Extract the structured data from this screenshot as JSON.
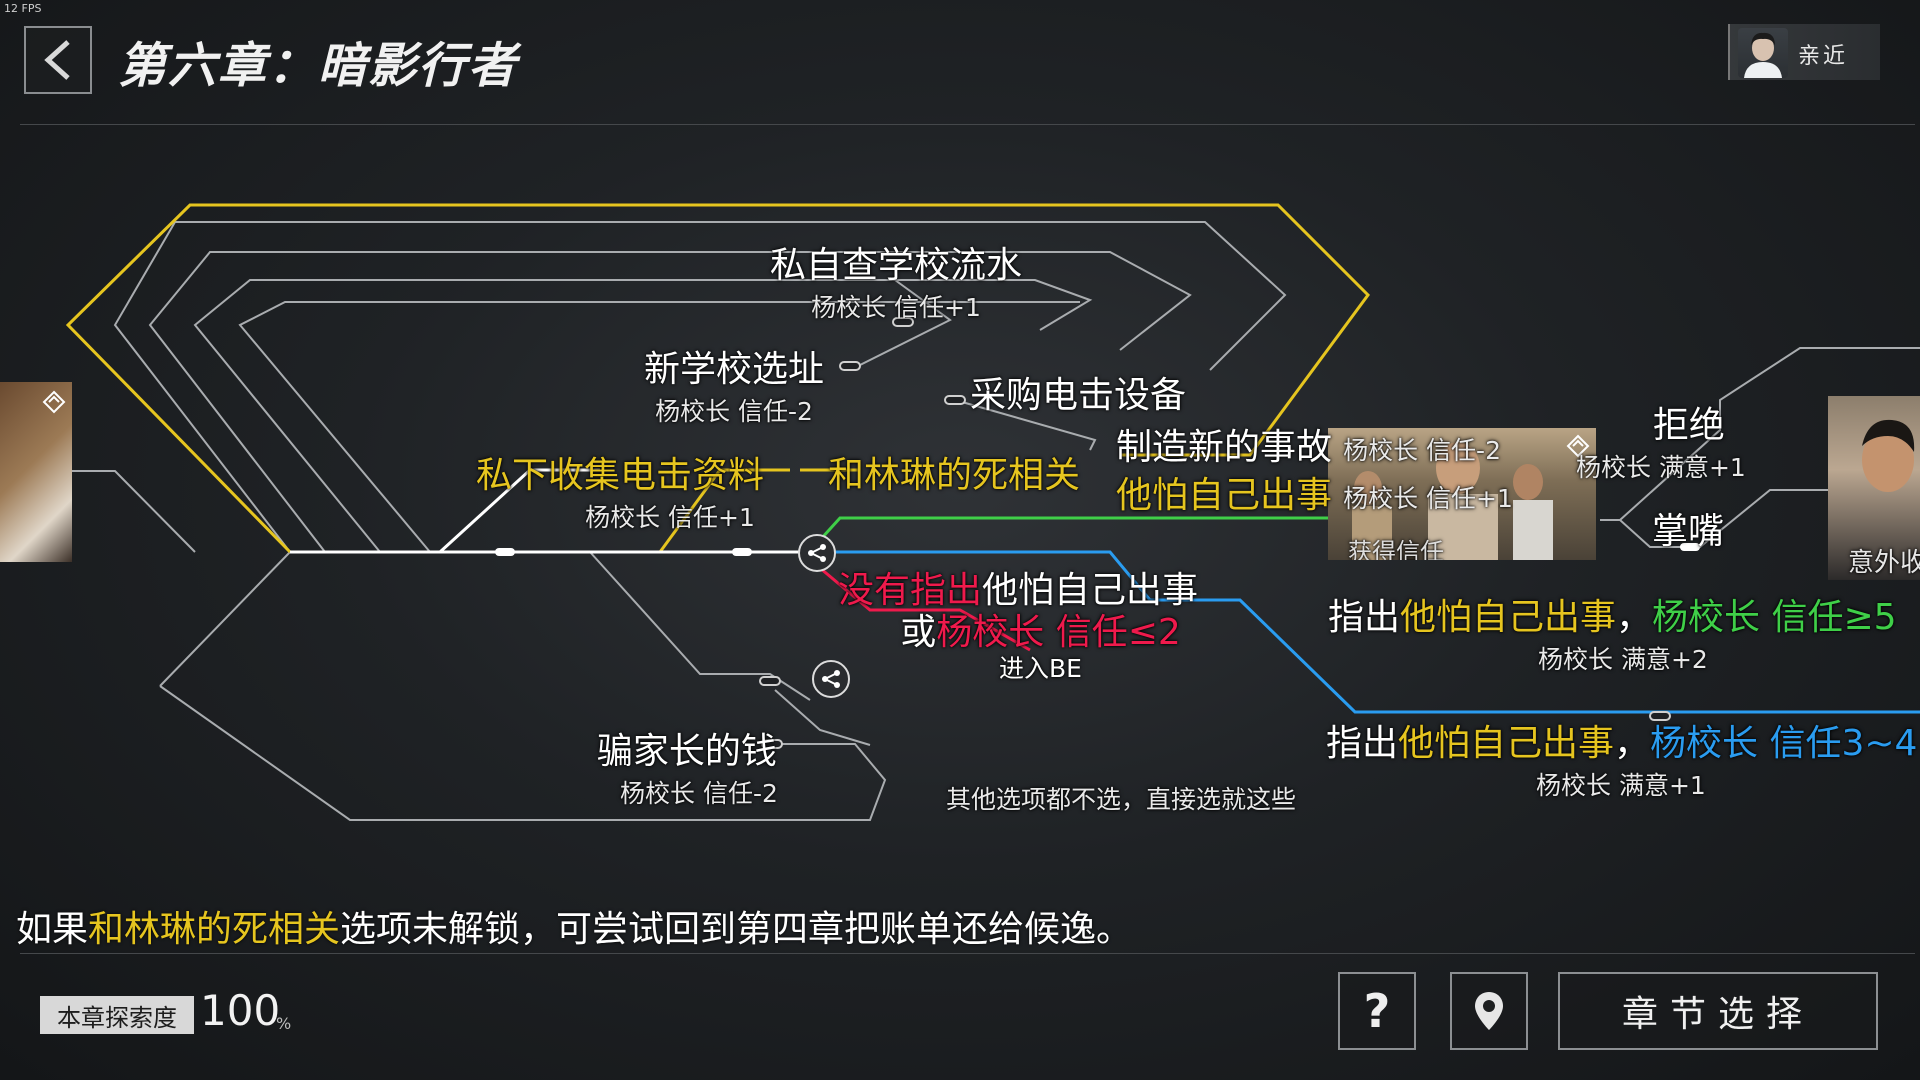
{
  "fps": "12 FPS",
  "header": {
    "title": "第六章：暗影行者",
    "affinity_label": "亲近"
  },
  "nodes": {
    "school_water": {
      "title": "私自查学校流水",
      "effect": "杨校长 信任+1"
    },
    "new_site": {
      "title": "新学校选址",
      "effect": "杨校长 信任-2"
    },
    "buy_equipment": {
      "title": "采购电击设备"
    },
    "collect_data": {
      "title": "私下收集电击资料",
      "effect": "杨校长 信任+1"
    },
    "linlin_death": {
      "title": "和林琳的死相关"
    },
    "new_accident": {
      "title": "制造新的事故",
      "effect": "杨校长 信任-2"
    },
    "afraid_self": {
      "title": "他怕自己出事",
      "effect": "杨校长 信任+1"
    },
    "not_point": {
      "line1_red": "没有指出",
      "line1_white": "他怕自己出事",
      "line2_white": "或",
      "line2_red": "杨校长 信任≤2",
      "result": "进入BE"
    },
    "cheat_parents": {
      "title": "骗家长的钱",
      "effect": "杨校长 信任-2"
    },
    "none_selected": {
      "title": "其他选项都不选，直接选就这些"
    },
    "point_high": {
      "prefix": "指出",
      "mid": "他怕自己出事",
      "sep": "，",
      "cond": "杨校长 信任≥5",
      "effect": "杨校长 满意+2"
    },
    "point_mid": {
      "prefix": "指出",
      "mid": "他怕自己出事",
      "sep": "，",
      "cond": "杨校长 信任3~4",
      "effect": "杨校长 满意+1"
    },
    "refuse": {
      "title": "拒绝",
      "effect": "杨校长 满意+1"
    },
    "shut_up": {
      "title": "掌嘴"
    },
    "gain_trust": {
      "caption": "获得信任"
    },
    "accident_caption": {
      "caption": "意外收"
    }
  },
  "tip": {
    "part1": "如果",
    "part2": "和林琳的死相关",
    "part3": "选项未解锁，可尝试回到第四章把账单还给候逸。"
  },
  "footer": {
    "explore_label": "本章探索度",
    "explore_value": "100",
    "explore_unit": "%",
    "help_label": "?",
    "chapter_select": "章节选择"
  },
  "colors": {
    "yellow": "#e6c51f",
    "red": "#ef1a4c",
    "green": "#3fcf48",
    "blue": "#2a9cf0",
    "line_gray": "#a9acaf"
  }
}
